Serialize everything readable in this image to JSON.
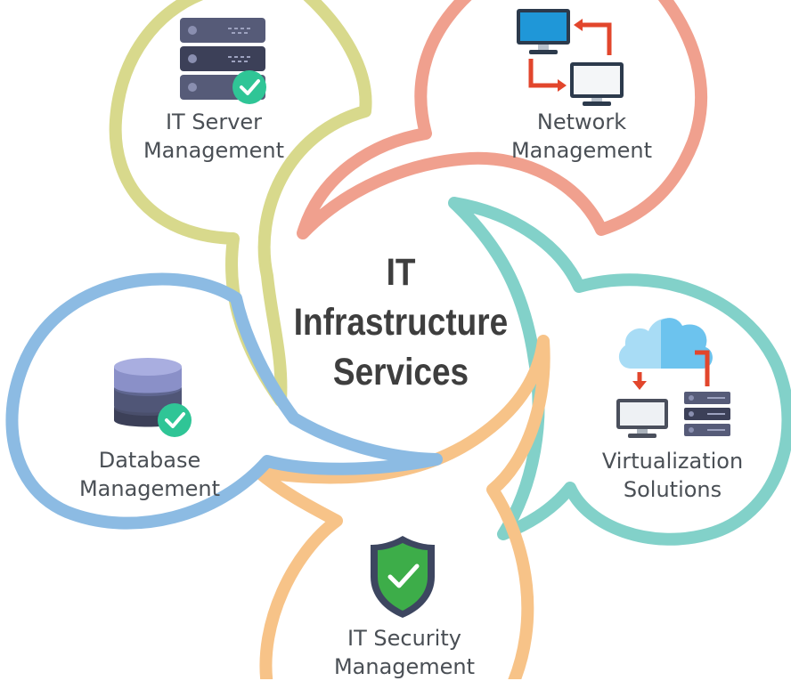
{
  "center": {
    "line1": "IT",
    "line2": "Infrastructure",
    "line3": "Services"
  },
  "segments": [
    {
      "line1": "IT Server",
      "line2": "Management",
      "color": "#d8d98c",
      "icon": "server-stack-icon"
    },
    {
      "line1": "Network",
      "line2": "Management",
      "color": "#f0a08e",
      "icon": "network-computers-icon"
    },
    {
      "line1": "Virtualization",
      "line2": "Solutions",
      "color": "#82d1c9",
      "icon": "cloud-virtualization-icon"
    },
    {
      "line1": "IT Security",
      "line2": "Management",
      "color": "#f7c388",
      "icon": "security-shield-icon"
    },
    {
      "line1": "Database",
      "line2": "Management",
      "color": "#8cbbe3",
      "icon": "database-icon"
    }
  ],
  "accent_colors": {
    "check": "#2fc596",
    "arrow": "#e2462c",
    "server_dark": "#424760",
    "monitor_blue": "#1f97d8",
    "shield_green": "#3dad49"
  }
}
